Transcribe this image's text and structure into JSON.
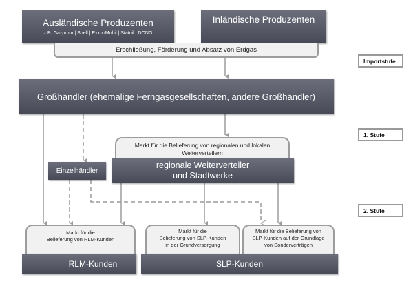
{
  "diagram": {
    "producers_foreign": {
      "title": "Ausländische Produzenten",
      "subtitle": "z.B. Gazprom | Shell | ExxonMobil | Statoil | DONG"
    },
    "producers_domestic": {
      "title": "Inländische Produzenten"
    },
    "exploration_band": "Erschließung, Förderung und Absatz von Erdgas",
    "wholesalers": "Großhändler (ehemalige Ferngasgesellschaften, andere Großhändler)",
    "regional_market": "Markt für die Belieferung von regionalen und lokalen Weiterverteilern",
    "regional_distributors": [
      "regionale Weiterverteiler",
      "und Stadtwerke"
    ],
    "retailers": "Einzelhändler",
    "rlm_market": [
      "Markt für die",
      "Belieferung von RLM-Kunden"
    ],
    "slp_basic_market": [
      "Markt für die",
      "Belieferung  von SLP-Kunden",
      "in der Grundversorgung"
    ],
    "slp_special_market": [
      "Markt für die Belieferung  von",
      "SLP-Kunden auf der Grundlage",
      "von Sonderverträgen"
    ],
    "rlm_customers": "RLM-Kunden",
    "slp_customers": "SLP-Kunden",
    "stages": {
      "import": "Importstufe",
      "first": "1. Stufe",
      "second": "2. Stufe"
    }
  },
  "colors": {
    "dark_box_top": "#6c6e7b",
    "dark_box_bottom": "#474957",
    "light_box": "#f1f1f1",
    "connector": "#9c9c9c"
  }
}
